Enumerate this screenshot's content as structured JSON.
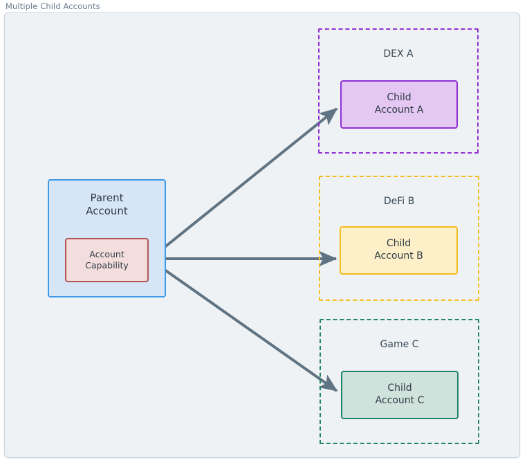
{
  "title": "Multiple Child Accounts",
  "colors": {
    "canvas_background": "#eef2f5",
    "canvas_border": "#c9d4de",
    "title_text": "#6b7d8f",
    "node_text": "#2d3a44",
    "edge": "#5f7382",
    "parent_fill": "#d6e6f7",
    "parent_border": "#3a9ae8",
    "capability_fill": "#f4dedd",
    "capability_border": "#b05552",
    "dex_a": "#9030d0",
    "dex_a_fill": "#e4c7f2",
    "defi_b": "#f5bc20",
    "defi_b_fill": "#fdf0c8",
    "game_c": "#1f8468",
    "game_c_fill": "#cfe3dc"
  },
  "parent": {
    "label_line1": "Parent",
    "label_line2": "Account",
    "capability": {
      "label_line1": "Account",
      "label_line2": "Capability"
    }
  },
  "clusters": [
    {
      "id": "dex-a",
      "label": "DEX A",
      "child": {
        "label_line1": "Child",
        "label_line2": "Account A"
      }
    },
    {
      "id": "defi-b",
      "label": "DeFi B",
      "child": {
        "label_line1": "Child",
        "label_line2": "Account B"
      }
    },
    {
      "id": "game-c",
      "label": "Game C",
      "child": {
        "label_line1": "Child",
        "label_line2": "Account C"
      }
    }
  ],
  "edges": [
    {
      "id": "edge-to-child-a",
      "from": "account-capability",
      "to": "child-account-a",
      "style": "solid-arrow"
    },
    {
      "id": "edge-to-child-b",
      "from": "account-capability",
      "to": "child-account-b",
      "style": "solid-arrow"
    },
    {
      "id": "edge-to-child-c",
      "from": "account-capability",
      "to": "child-account-c",
      "style": "solid-arrow"
    }
  ]
}
